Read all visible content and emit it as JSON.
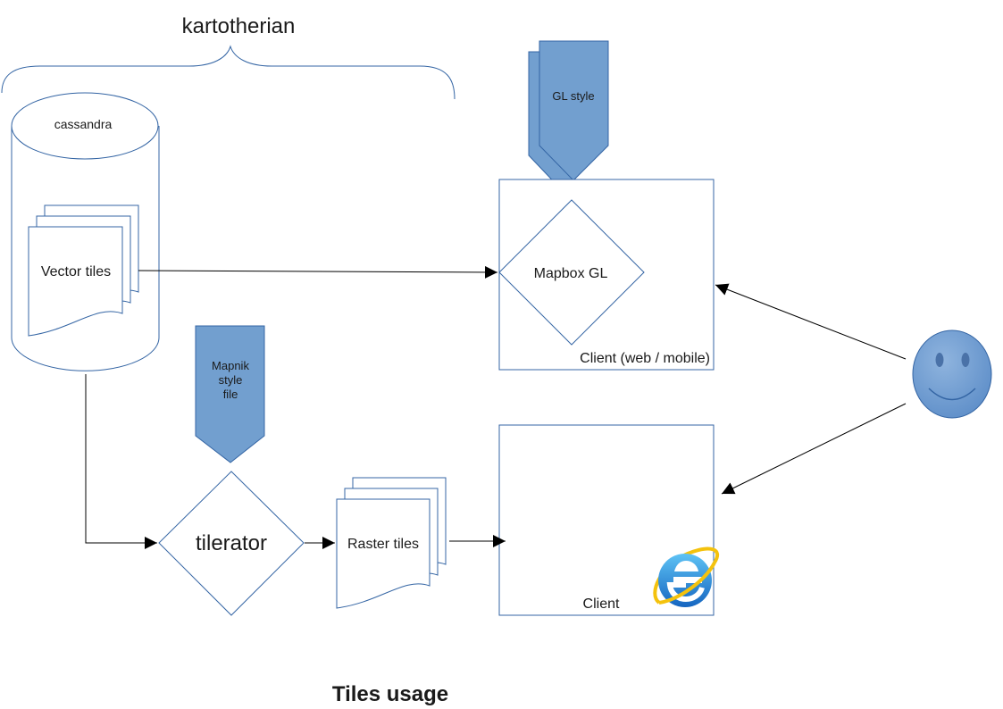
{
  "labels": {
    "kartotherian": "kartotherian",
    "cassandra": "cassandra",
    "vector_tiles": "Vector tiles",
    "gl_style": "GL style",
    "mapbox_gl": "Mapbox GL",
    "client_web_mobile": "Client (web / mobile)",
    "mapnik_style_line1": "Mapnik",
    "mapnik_style_line2": "style",
    "mapnik_style_line3": "file",
    "tilerator": "tilerator",
    "raster_tiles": "Raster tiles",
    "client": "Client",
    "caption": "Tiles usage"
  },
  "icons": {
    "user": "smiley-face-icon",
    "browser": "internet-explorer-icon"
  },
  "colors": {
    "accent_fill": "#729fcf",
    "accent_stroke": "#3465a4",
    "ie_blue": "#1e88d8",
    "ie_ring": "#f4c20d"
  }
}
